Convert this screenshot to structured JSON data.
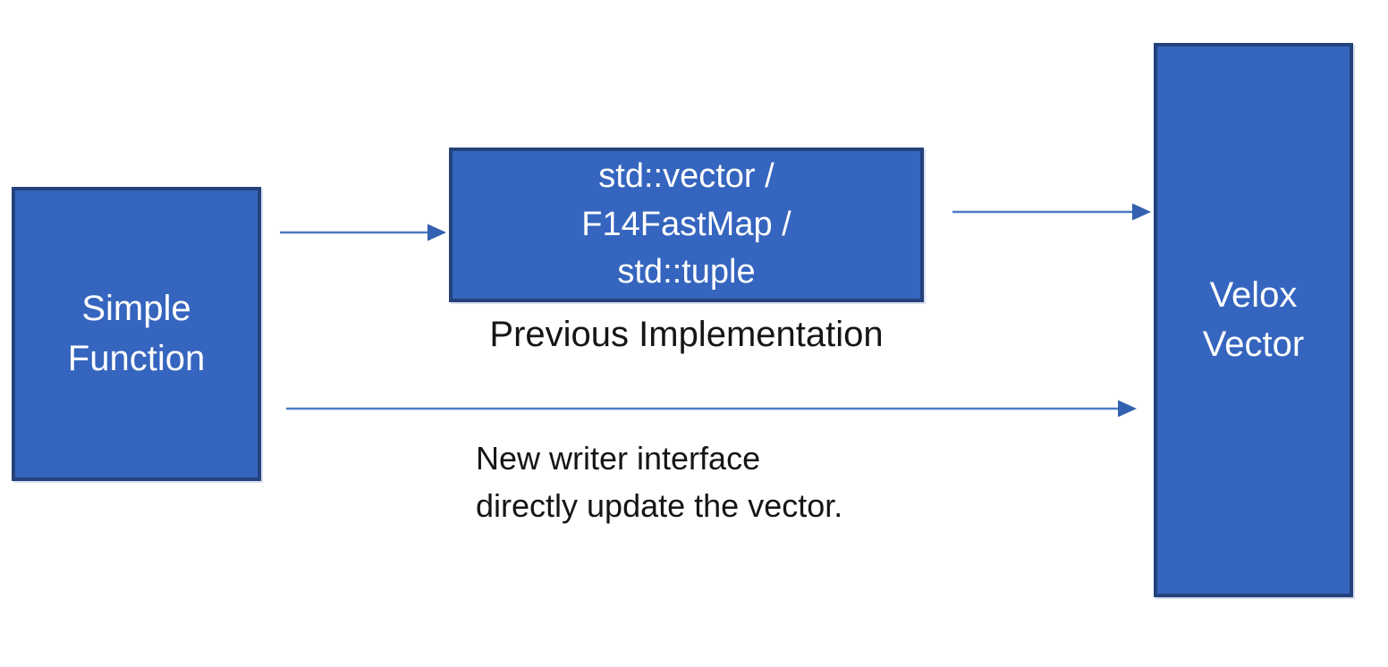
{
  "colors": {
    "background": "#ffffff",
    "shape_fill": "#3565be",
    "shape_border": "#24427c",
    "label_text": "#ffffff",
    "caption_text": "#151515",
    "arrow_line": "#4d7ac4",
    "arrow_head": "#3361af"
  },
  "nodes": {
    "simple_function": {
      "label": "Simple\nFunction"
    },
    "previous_impl": {
      "label": "std::vector /\nF14FastMap /\nstd::tuple"
    },
    "velox_vector": {
      "label": "Velox\nVector"
    }
  },
  "captions": {
    "previous_implementation": "Previous Implementation",
    "new_writer": "New writer interface\ndirectly update the vector."
  },
  "edges": [
    {
      "from": "simple_function",
      "to": "previous_impl",
      "description": "previous implementation path"
    },
    {
      "from": "previous_impl",
      "to": "velox_vector",
      "description": "previous implementation path"
    },
    {
      "from": "simple_function",
      "to": "velox_vector",
      "description": "new writer interface path"
    }
  ]
}
